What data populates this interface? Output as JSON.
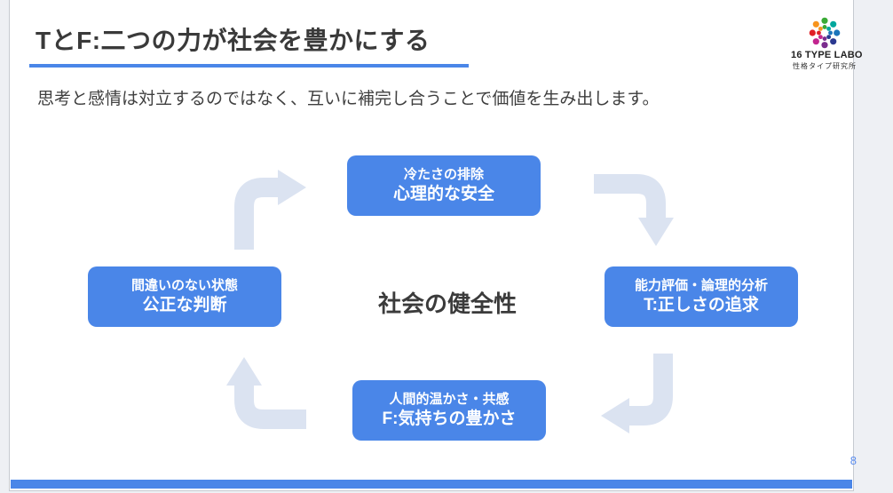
{
  "slide": {
    "title": "TとF:二つの力が社会を豊かにする",
    "subtitle": "思考と感情は対立するのではなく、互いに補完し合うことで価値を生み出します。",
    "page_number": "8"
  },
  "logo": {
    "icon": "16type-people-ring-icon",
    "name": "16 TYPE LABO",
    "subname": "性格タイプ研究所",
    "icon_colors": [
      "#3aaa35",
      "#00a79d",
      "#1b75bb",
      "#2b3990",
      "#7b2d8e",
      "#c2258f",
      "#e01f26",
      "#f7941d"
    ]
  },
  "diagram": {
    "center_label": "社会の健全性",
    "nodes": [
      {
        "id": "top",
        "line1": "冷たさの排除",
        "line2": "心理的な安全"
      },
      {
        "id": "right",
        "line1": "能力評価・論理的分析",
        "line2": "T:正しさの追求"
      },
      {
        "id": "bottom",
        "line1": "人間的温かさ・共感",
        "line2": "F:気持ちの豊かさ"
      },
      {
        "id": "left",
        "line1": "間違いのない状態",
        "line2": "公正な判断"
      }
    ],
    "arrows": [
      "arrow-top-to-right",
      "arrow-right-to-bottom",
      "arrow-bottom-to-left",
      "arrow-left-to-top"
    ]
  },
  "colors": {
    "accent_blue": "#4a86e8",
    "arrow_fill": "#dbe3f1",
    "text_dark": "#3a3a3a",
    "page_number_blue": "#5b8def"
  }
}
